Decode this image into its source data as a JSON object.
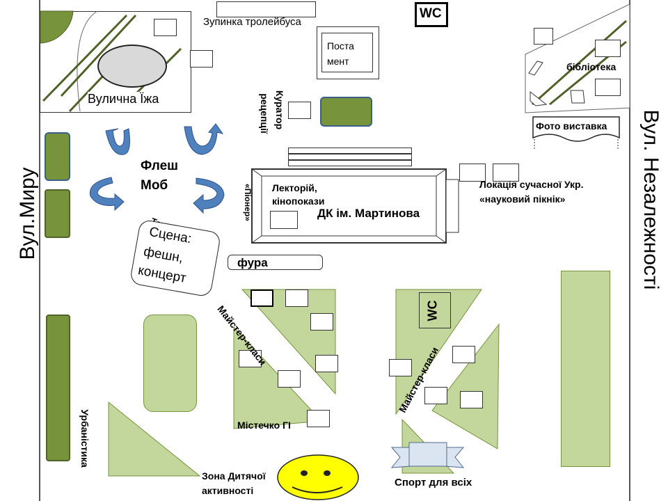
{
  "streets": {
    "left": "Вул.Миру",
    "right": "Вул. Незалежності"
  },
  "labels": {
    "trolleybus_stop": "Зупинка тролейбуса",
    "wc_top": "WC",
    "pedestal_line1": "Поста",
    "pedestal_line2": "мент",
    "street_food": "Вулична Їжа",
    "library": "бібліотека",
    "photo_exhibition": "Фото виставка",
    "curator_line1": "Куратор",
    "curator_line2": "рецепції",
    "flashmob_line1": "Флеш",
    "flashmob_line2": "Моб",
    "pioneer": "«Піонер»",
    "lecture_line1": "Лекторій,",
    "lecture_line2": "кінопокази",
    "dk_name": "ДК ім. Мартинова",
    "modern_ukr_line1": "Локація сучасної Укр.",
    "modern_ukr_line2": "«науковий пікнік»",
    "technical_zone": "Технічна зона",
    "stage_line1": "Сцена:",
    "stage_line2": "фешн,",
    "stage_line3": "концерт",
    "truck": "фура",
    "master_classes_left": "Майстер-класи",
    "master_classes_right": "Майстер-класи",
    "wc_mid": "WC",
    "town_gi": "Містечко ГІ",
    "urbanism": "Урбаністика",
    "kids_zone_line1": "Зона Дитячої",
    "kids_zone_line2": "активності",
    "sport_for_all": "Спорт для всіх"
  },
  "colors": {
    "green_dark": "#77933c",
    "green_light": "#c3d69b",
    "arrow_blue": "#4f81bd",
    "smiley_yellow": "#ffff00"
  }
}
